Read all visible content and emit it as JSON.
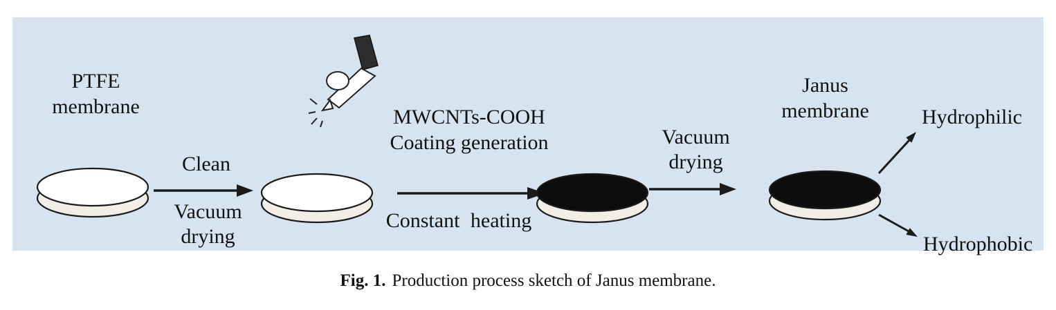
{
  "figure": {
    "caption": {
      "label": "Fig. 1.",
      "text": "Production process sketch of Janus membrane."
    },
    "colors": {
      "panel_bg": "#d7e3ee",
      "membrane_white": "#ffffff",
      "membrane_black": "#0d0d0d",
      "membrane_base": "#f0eee7",
      "outline": "#1a1a1a"
    },
    "labels": {
      "ptfe_line1": "PTFE",
      "ptfe_line2": "membrane",
      "clean": "Clean",
      "vacuum1_line1": "Vacuum",
      "vacuum1_line2": "drying",
      "mwcnts": "MWCNTs-COOH",
      "coating": "Coating generation",
      "constant_heating": "Constant heating",
      "vacuum2_line1": "Vacuum",
      "vacuum2_line2": "drying",
      "janus_line1": "Janus",
      "janus_line2": "membrane",
      "hydrophilic": "Hydrophilic",
      "hydrophobic": "Hydrophobic"
    }
  }
}
